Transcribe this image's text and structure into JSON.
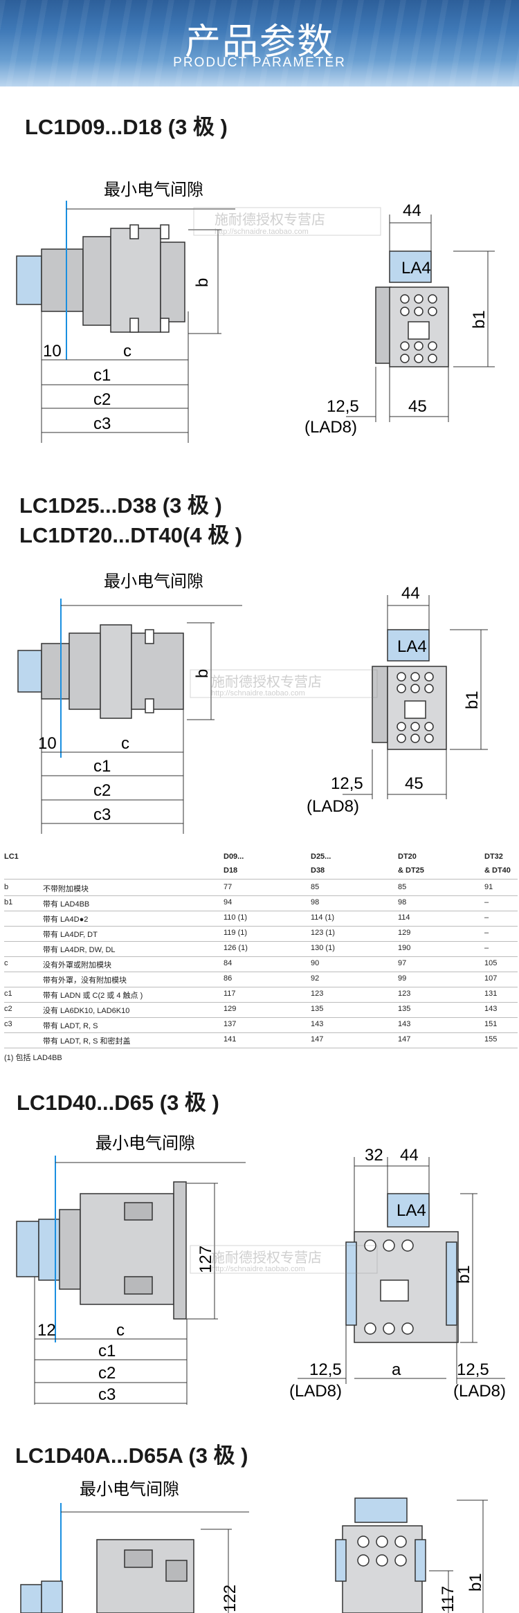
{
  "banner": {
    "title": "产品参数",
    "subtitle": "PRODUCT PARAMETER"
  },
  "sections": {
    "s1": {
      "heading": "LC1D09...D18 (3 极 )"
    },
    "s2": {
      "heading1": "LC1D25...D38 (3 极 )",
      "heading2": "LC1DT20...DT40(4 极 )"
    },
    "s3": {
      "heading": "LC1D40...D65 (3 极 )"
    },
    "s4": {
      "heading": "LC1D40A...D65A (3 极 )"
    }
  },
  "labels": {
    "min_gap": "最小电气间隙",
    "la4": "LA4",
    "lad8": "(LAD8)",
    "b": "b",
    "b1": "b1",
    "c": "c",
    "c1": "c1",
    "c2": "c2",
    "c3": "c3",
    "a": "a",
    "d44": "44",
    "d45": "45",
    "d32": "32",
    "d10": "10",
    "d12": "12",
    "d12_5": "12,5",
    "d127": "127",
    "d122": "122",
    "d117": "117"
  },
  "watermark": {
    "text1": "施耐德授权专营店",
    "text2": "http://schnaidre.taobao.com"
  },
  "table": {
    "header": [
      "LC1",
      "D09...",
      "D25...",
      "DT20",
      "DT32"
    ],
    "header2": [
      "",
      "D18",
      "D38",
      "& DT25",
      "& DT40"
    ],
    "rows": [
      [
        "b",
        "不带附加模块",
        "77",
        "85",
        "85",
        "91"
      ],
      [
        "b1",
        "带有 LAD4BB",
        "94",
        "98",
        "98",
        "–"
      ],
      [
        "",
        "带有 LA4D●2",
        "110 (1)",
        "114 (1)",
        "114",
        "–"
      ],
      [
        "",
        "带有 LA4DF, DT",
        "119 (1)",
        "123 (1)",
        "129",
        "–"
      ],
      [
        "",
        "带有 LA4DR, DW, DL",
        "126 (1)",
        "130 (1)",
        "190",
        "–"
      ],
      [
        "c",
        "没有外罩或附加模块",
        "84",
        "90",
        "97",
        "105"
      ],
      [
        "",
        "带有外罩，没有附加模块",
        "86",
        "92",
        "99",
        "107"
      ],
      [
        "c1",
        "带有 LADN 或 C(2 或 4 触点 )",
        "117",
        "123",
        "123",
        "131"
      ],
      [
        "c2",
        "没有 LA6DK10, LAD6K10",
        "129",
        "135",
        "135",
        "143"
      ],
      [
        "c3",
        "带有 LADT, R, S",
        "137",
        "143",
        "143",
        "151"
      ],
      [
        "",
        "带有 LADT, R, S 和密封盖",
        "141",
        "147",
        "147",
        "155"
      ]
    ],
    "note": "(1) 包括 LAD4BB"
  }
}
